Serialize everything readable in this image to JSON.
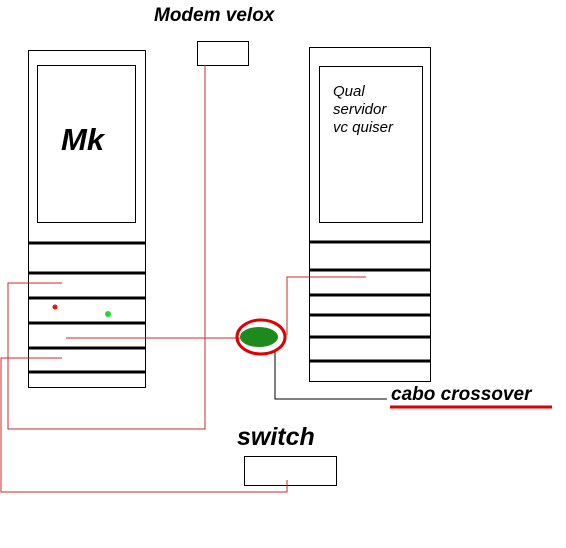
{
  "labels": {
    "modem": "Modem velox",
    "mk": "Mk",
    "server_lines": [
      "Qual",
      "servidor",
      "vc quiser"
    ],
    "switch": "switch",
    "cable": "cabo crossover"
  },
  "colors": {
    "outline": "#000000",
    "cable_red": "#cc2a2a",
    "highlight_red": "#e00000",
    "connector_green": "#1e8a1e",
    "led_green": "#22dd22",
    "led_red": "#ee1111"
  }
}
